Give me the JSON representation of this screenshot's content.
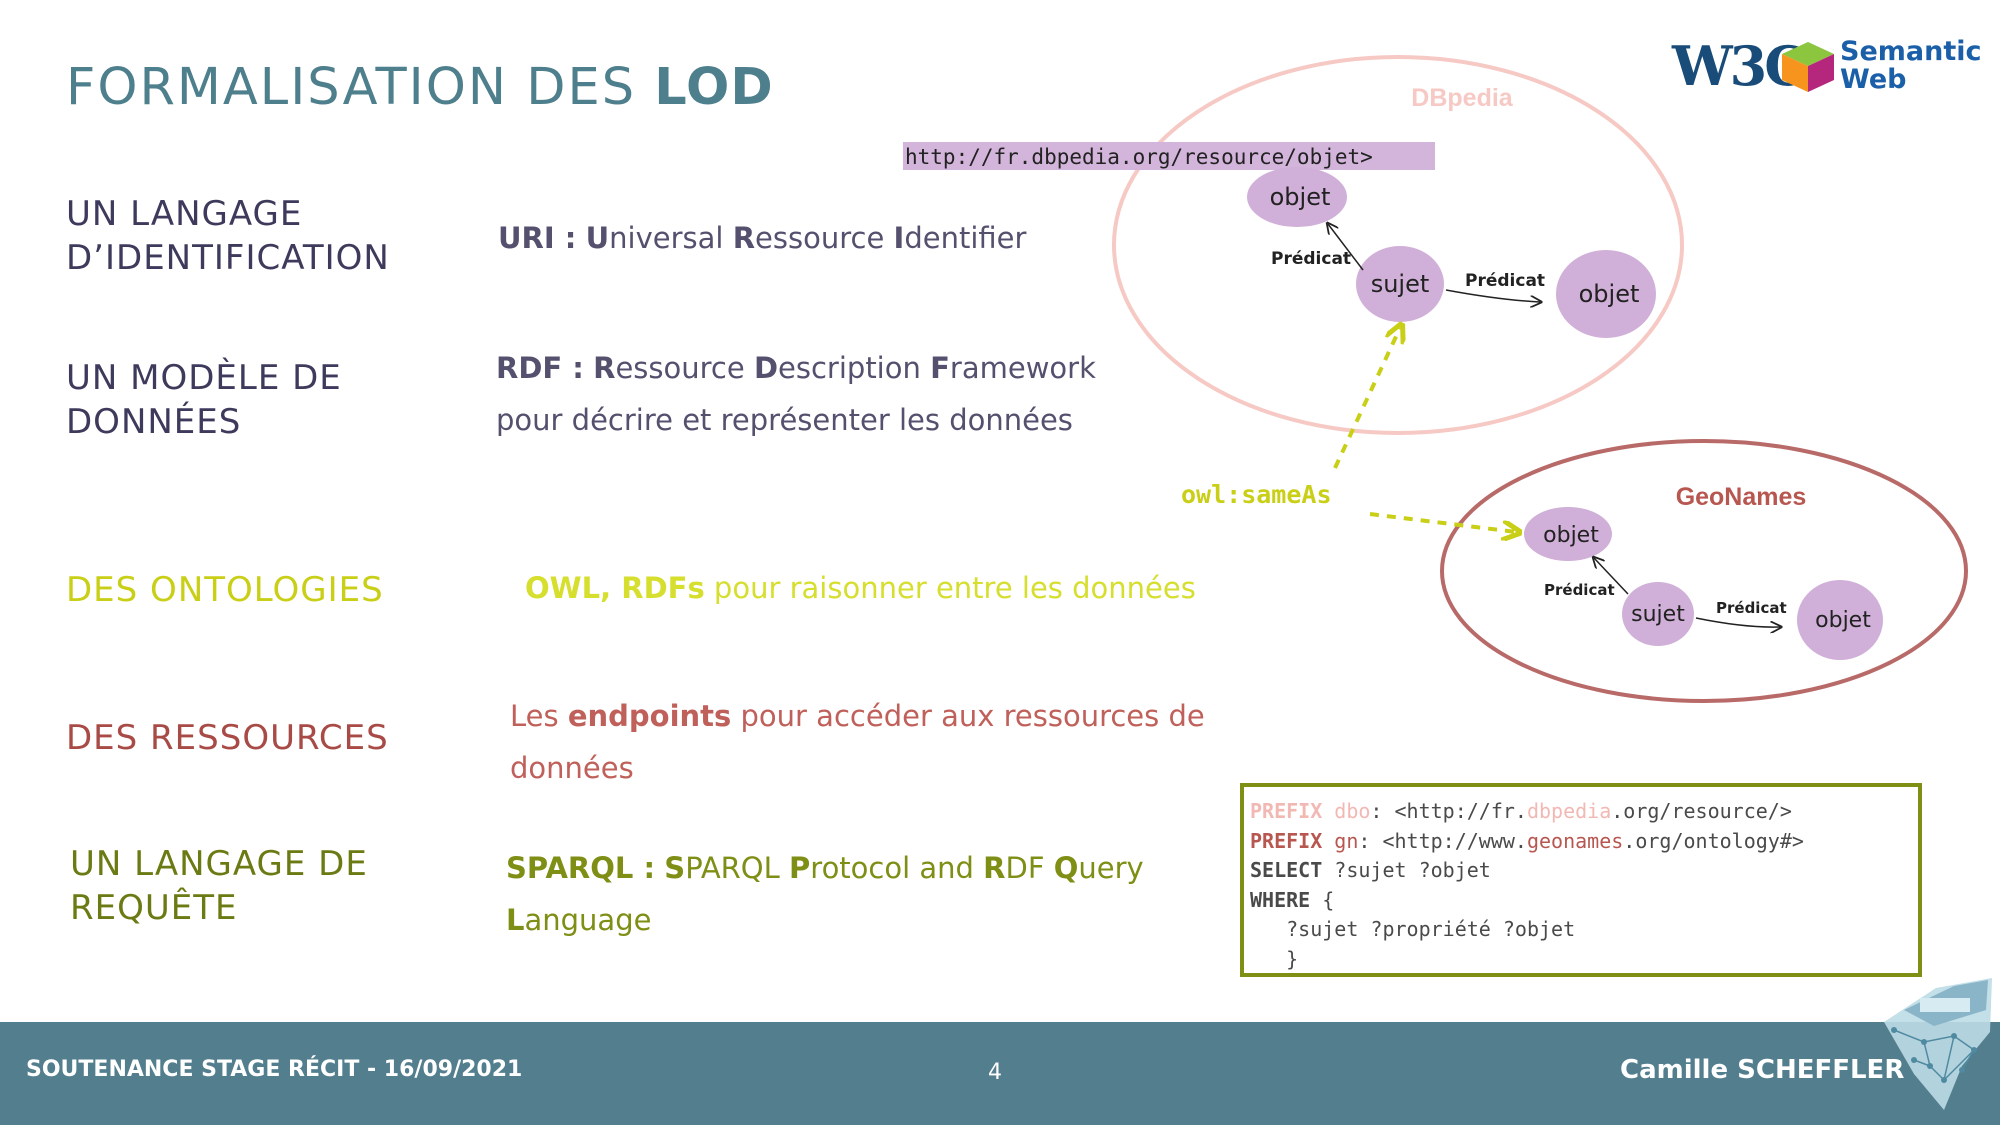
{
  "title": {
    "light": "FORMALISATION DES",
    "bold": "LOD"
  },
  "rows": [
    {
      "cat": [
        "UN LANGAGE",
        "D’IDENTIFICATION"
      ],
      "desc": {
        "abbr": "URI :",
        "parts": [
          [
            "U",
            "niversal "
          ],
          [
            "R",
            "essource "
          ],
          [
            "I",
            "dentifier"
          ]
        ]
      }
    },
    {
      "cat": [
        "UN MODÈLE DE",
        "DONNÉES"
      ],
      "desc": {
        "abbr": "RDF :",
        "parts": [
          [
            "R",
            "essource "
          ],
          [
            "D",
            "escription "
          ],
          [
            "F",
            "ramework"
          ]
        ],
        "line2": "pour décrire et représenter les données"
      }
    },
    {
      "cat": [
        "DES ONTOLOGIES"
      ],
      "desc": {
        "bold": "OWL, RDFs",
        "rest": " pour raisonner entre les données"
      }
    },
    {
      "cat": [
        "DES RESSOURCES"
      ],
      "desc": {
        "pre": "Les ",
        "bold": "endpoints",
        "rest": " pour accéder aux ressources de",
        "line2": "données"
      }
    },
    {
      "cat": [
        "UN LANGAGE DE",
        "REQUÊTE"
      ],
      "desc": {
        "abbr": "SPARQL :",
        "parts": [
          [
            "S",
            "PARQL "
          ],
          [
            "P",
            "rotocol and "
          ],
          [
            "R",
            "DF "
          ],
          [
            "Q",
            "uery"
          ]
        ],
        "line2b": "L",
        "line2r": "anguage"
      }
    }
  ],
  "diagram": {
    "dbpedia_label": "DBpedia",
    "geonames_label": "GeoNames",
    "uri": "http://fr.dbpedia.org/resource/objet>",
    "objet": "objet",
    "sujet": "sujet",
    "predicat": "Prédicat",
    "sameas": "owl:sameAs"
  },
  "sparql": {
    "l1": {
      "kw": "PREFIX",
      "pfx": "dbo",
      "a": ": <http://fr.",
      "hl": "dbpedia",
      "b": ".org/resource/>"
    },
    "l2": {
      "kw": "PREFIX",
      "pfx": "gn",
      "a": ": <http://www.",
      "hl": "geonames",
      "b": ".org/ontology#>"
    },
    "l3": {
      "kw": "SELECT",
      "rest": " ?sujet ?objet"
    },
    "l4": {
      "kw": "WHERE",
      "rest": " {"
    },
    "l5": "   ?sujet ?propriété ?objet",
    "l6": "   }"
  },
  "logo": {
    "w3c": "W3C",
    "sw1": "Semantic",
    "sw2": "Web"
  },
  "footer": {
    "left": "SOUTENANCE STAGE RÉCIT - 16/09/2021",
    "page": "4",
    "author": "Camille SCHEFFLER"
  },
  "colors": {
    "teal": "#527e8e",
    "yellow": "#c9cf16",
    "red": "#a84a45",
    "green": "#6b7a12",
    "purple_node": "#d0b0d8",
    "pink_ellipse": "#f6c9c4"
  }
}
